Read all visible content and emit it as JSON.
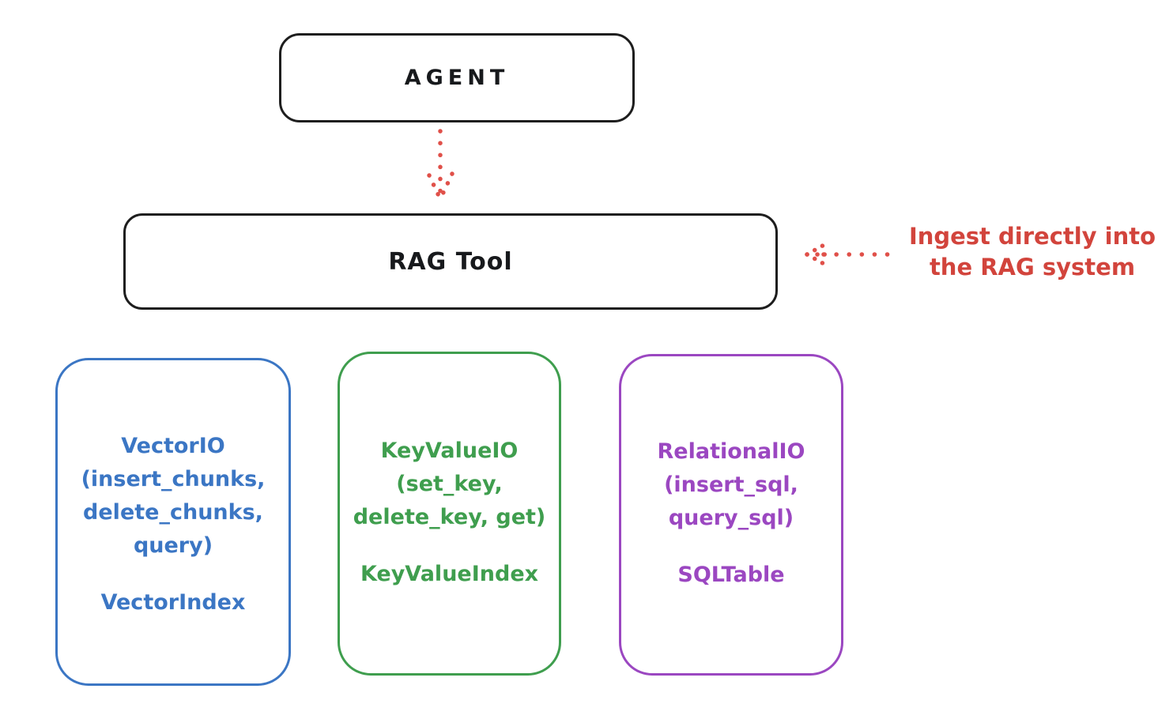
{
  "colors": {
    "ink": "#1e1e1e",
    "red": "#d2443c",
    "blue": "#3b76c4",
    "green": "#3f9e4e",
    "purple": "#9b47c1",
    "background": "#ffffff"
  },
  "agent": {
    "label": "AGENT"
  },
  "rag_tool": {
    "label": "RAG Tool"
  },
  "annotation": {
    "line1": "Ingest directly into",
    "line2": "the RAG system"
  },
  "io_boxes": [
    {
      "name": "vector-io",
      "color": "#3b76c4",
      "lines": [
        "VectorIO",
        "(insert_chunks,",
        "delete_chunks,",
        "query)"
      ],
      "index": "VectorIndex"
    },
    {
      "name": "keyvalue-io",
      "color": "#3f9e4e",
      "lines": [
        "KeyValueIO",
        "(set_key,",
        "delete_key, get)"
      ],
      "index": "KeyValueIndex"
    },
    {
      "name": "relational-io",
      "color": "#9b47c1",
      "lines": [
        "RelationalIO",
        "(insert_sql,",
        "query_sql)"
      ],
      "index": "SQLTable"
    }
  ]
}
